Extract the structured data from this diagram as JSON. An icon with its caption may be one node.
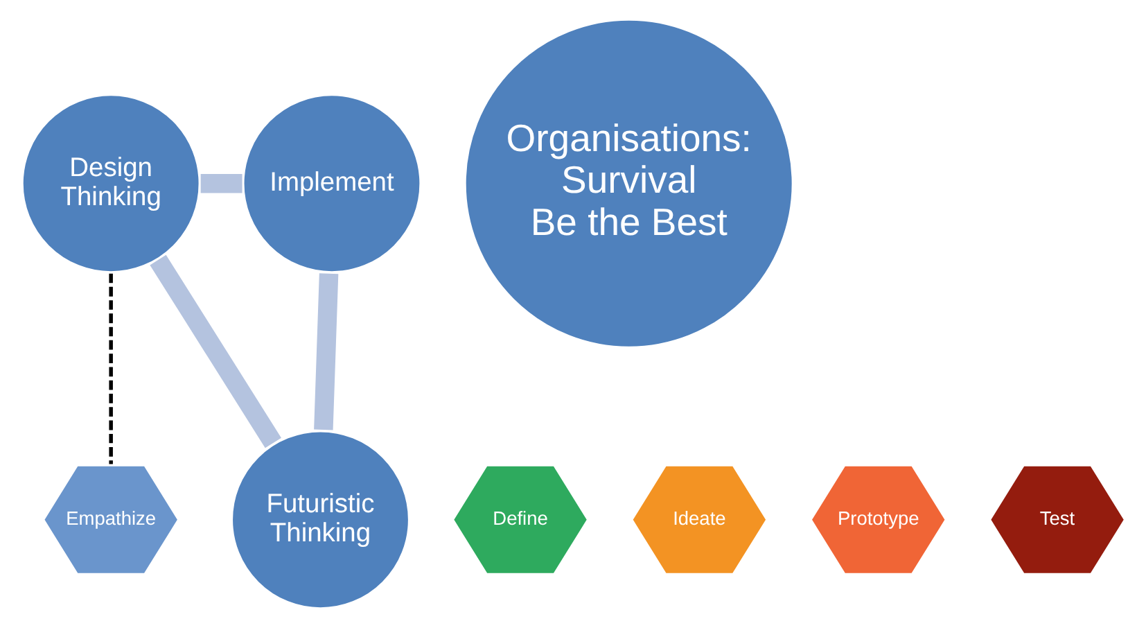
{
  "diagram": {
    "nodes": [
      {
        "text": [
          "Futuristic Thinking"
        ]
      },
      {
        "text": [
          "Organisations:",
          "Survival",
          "Be the Best"
        ]
      },
      {
        "text": [
          "Implement"
        ]
      },
      {
        "text": [
          "Design Thinking"
        ]
      },
      {
        "text": [
          "Empathize"
        ]
      },
      {
        "text": [
          "Define"
        ]
      },
      {
        "text": [
          "Ideate"
        ]
      },
      {
        "text": [
          "Prototype"
        ]
      },
      {
        "text": [
          "Test"
        ]
      }
    ],
    "edges": [
      {
        "from": 0,
        "to": 3,
        "arrow": "none"
      },
      {
        "from": 3,
        "to": 2,
        "arrow": "none"
      },
      {
        "from": 2,
        "to": 0,
        "arrow": "none"
      },
      {
        "from": 3,
        "to": 4,
        "arrow": "none",
        "style": "dashed",
        "color": "#000000"
      }
    ]
  }
}
